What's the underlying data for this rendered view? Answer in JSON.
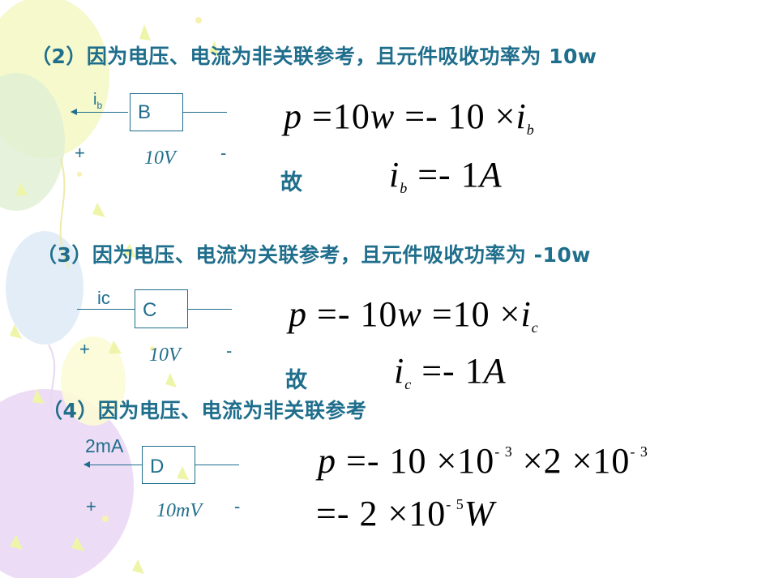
{
  "colors": {
    "text_accent": "#1f6e8c",
    "formula": "#000000"
  },
  "decor": {
    "type": "balloons-and-confetti",
    "colors": [
      "#f3f7c0",
      "#d9eccf",
      "#e6d1f1",
      "#fdfbd0",
      "#eef6b0"
    ]
  },
  "case2": {
    "heading": "（2）因为电压、电流为非关联参考，且元件吸收功率为 10w",
    "current_main": "i",
    "current_sub": "b",
    "element": "B",
    "plus": "+",
    "voltage": "10V",
    "minus": "-",
    "eq1": {
      "lhs": "p",
      "mid1": " =10",
      "w": "w",
      "mid2": " =- 10 ×",
      "i": "i",
      "sub": "b"
    },
    "gu": "故",
    "eq2": {
      "i": "i",
      "sub": "b",
      "rest": "  =- 1",
      "A": "A"
    }
  },
  "case3": {
    "heading": "（3）因为电压、电流为关联参考，且元件吸收功率为 -10w",
    "current": "ic",
    "element": "C",
    "plus": "+",
    "voltage": "10V",
    "minus": "-",
    "eq1": {
      "lhs": "p",
      "mid1": " =- 10",
      "w": "w",
      "mid2": " =10 ×",
      "i": "i",
      "sub": "c"
    },
    "gu": "故",
    "eq2": {
      "i": "i",
      "sub": "c",
      "rest": "  =- 1",
      "A": "A"
    }
  },
  "case4": {
    "heading": "（4）因为电压、电流为非关联参考",
    "current": "2mA",
    "element": "D",
    "plus": "+",
    "voltage": "10mV",
    "minus": "-",
    "eq1": {
      "lhs": "p",
      "a": " =- 10 ×10",
      "exp1": "- 3",
      "b": " ×2 ×10",
      "exp2": "- 3"
    },
    "eq2": {
      "a": "=- 2 ×10",
      "exp": "- 5",
      "W": "W"
    }
  }
}
